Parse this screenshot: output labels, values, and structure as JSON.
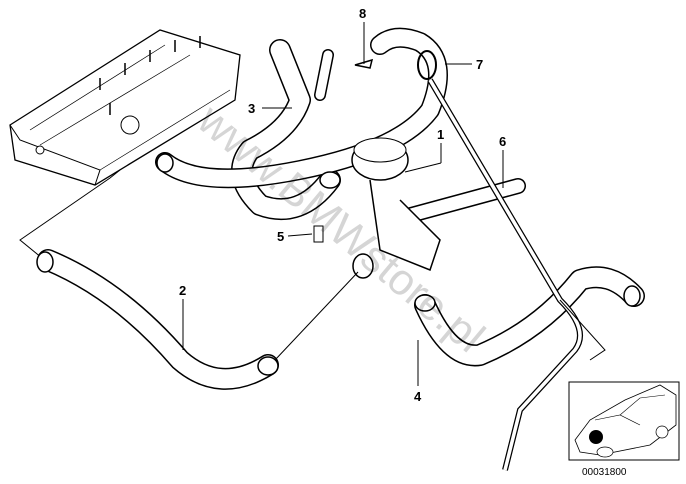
{
  "diagram": {
    "callouts": [
      "1",
      "2",
      "3",
      "4",
      "5",
      "6",
      "7",
      "8"
    ],
    "watermark": "www.BMWstore.pl",
    "part_number": "00031800",
    "inset": {
      "highlight_color": "#000000"
    }
  }
}
